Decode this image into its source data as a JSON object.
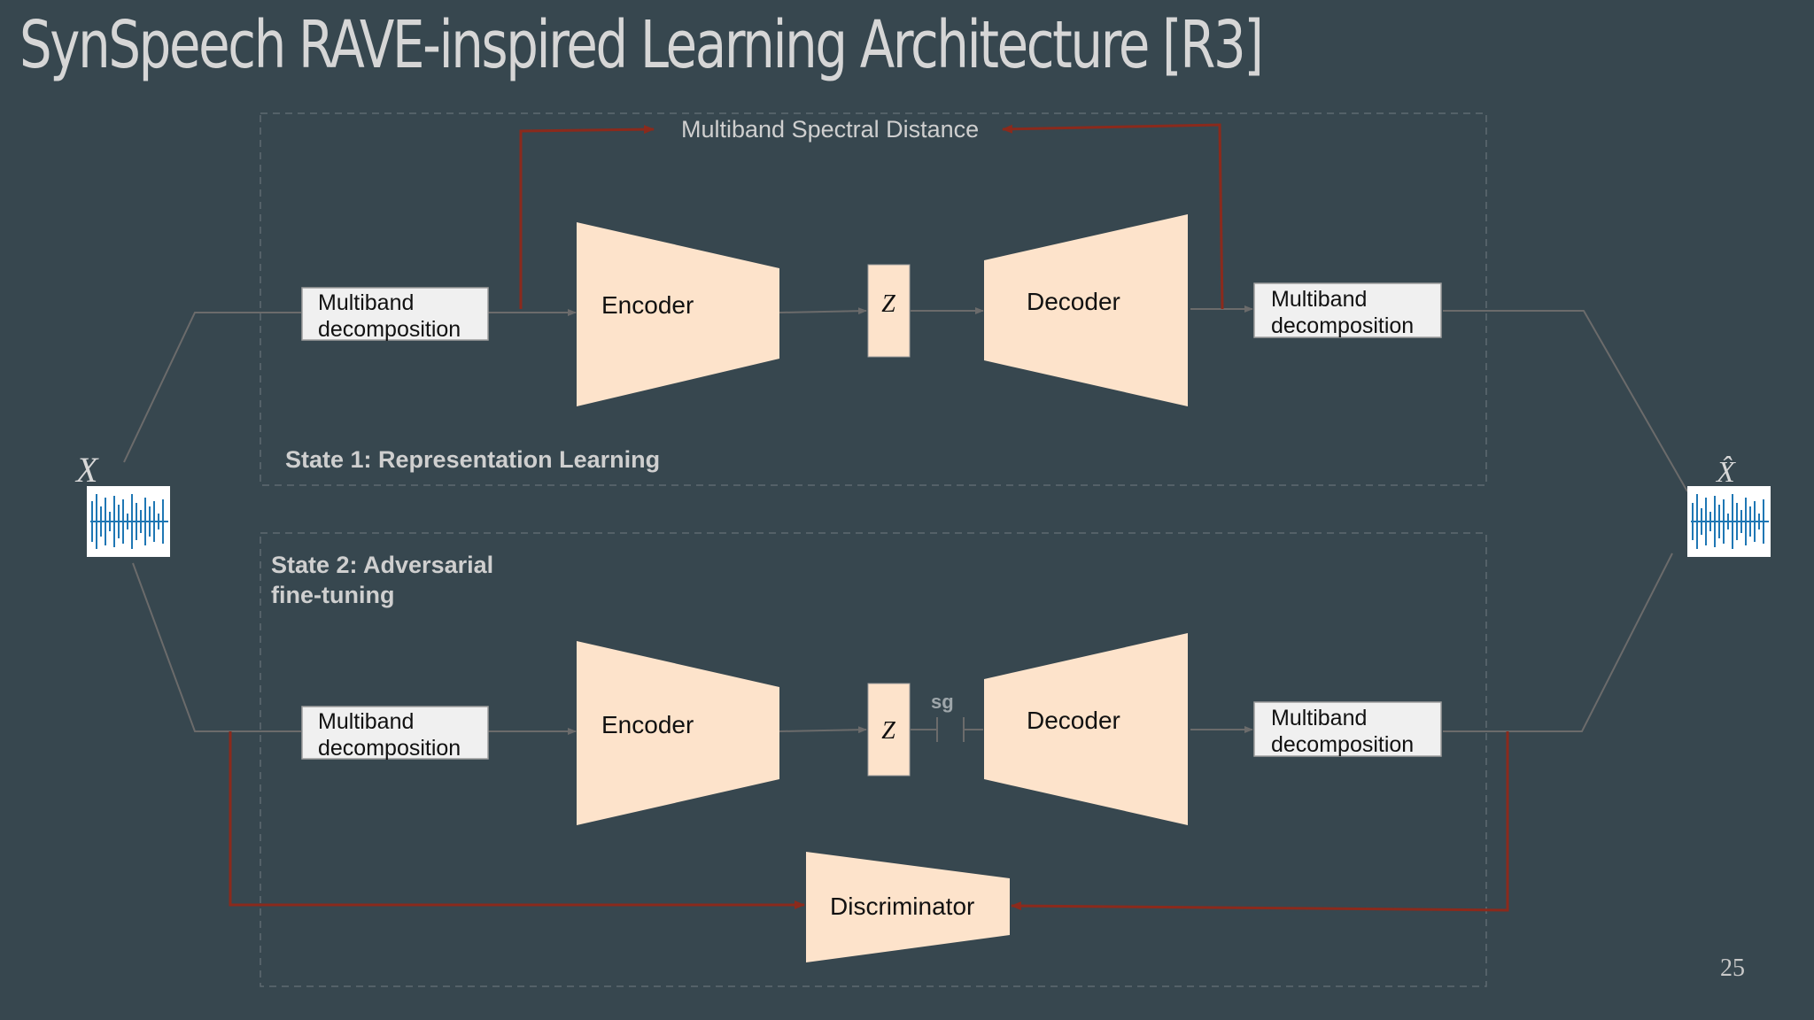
{
  "slide": {
    "title": "SynSpeech RAVE-inspired Learning Architecture [R3]",
    "page_number": "25"
  },
  "labels": {
    "input": "X",
    "output": "X̂",
    "spectral_loss": "Multiband Spectral Distance",
    "stage1": "State 1: Representation Learning",
    "stage2_line1": "State 2: Adversarial",
    "stage2_line2": "fine-tuning",
    "latent": "Z",
    "stop_gradient": "sg"
  },
  "blocks": {
    "multiband_line1": "Multiband",
    "multiband_line2": "decomposition",
    "encoder": "Encoder",
    "decoder": "Decoder",
    "discriminator": "Discriminator"
  },
  "colors": {
    "background": "#37474f",
    "block_fill": "#fde3cb",
    "box_fill": "#f0f0f0",
    "loss_arrow": "#8b2a1c",
    "signal_line": "#6b6b6b",
    "waveform": "#1f77b4"
  }
}
